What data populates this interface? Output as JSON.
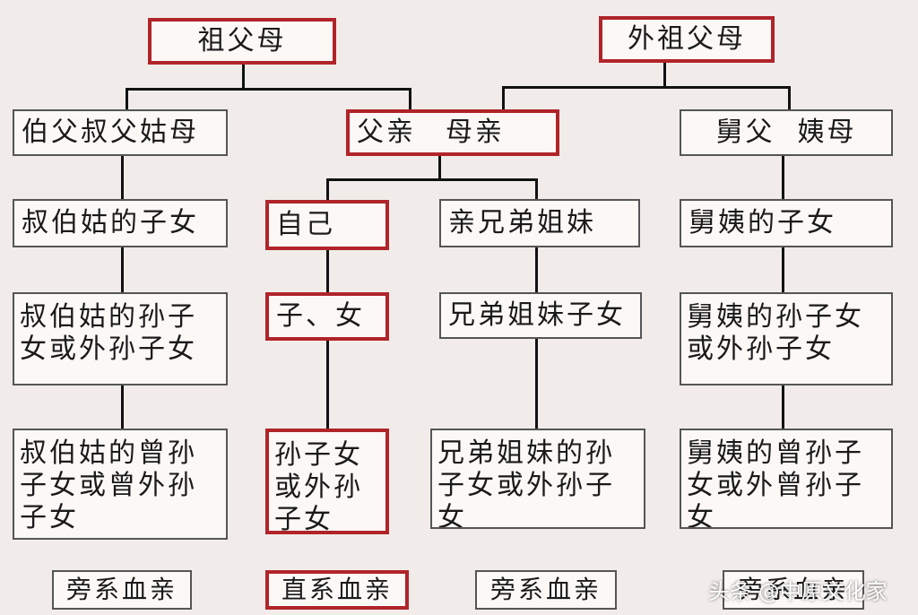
{
  "diagram": {
    "grandparents": "祖父母",
    "maternal_grandparents": "外祖父母",
    "paternal_uncles_aunts": "伯父叔父姑母",
    "parents": "父亲　母亲",
    "maternal_uncles_aunts": "舅父  姨母",
    "paternal_cousins": "叔伯姑的子女",
    "self": "自己",
    "siblings": "亲兄弟姐妹",
    "maternal_cousins": "舅姨的子女",
    "paternal_grandchildren": "叔伯姑的孙子\n女或外孙子女",
    "children": "子、女",
    "siblings_children": "兄弟姐妹子女",
    "maternal_grandchildren": "舅姨的孙子女\n或外孙子女",
    "paternal_great_grandchildren": "叔伯姑的曾孙\n子女或曾外孙\n子女",
    "grandchildren": "孙子女\n或外孙\n子女",
    "siblings_grandchildren": "兄弟姐妹的孙\n子女或外孙子\n女",
    "maternal_great_grandchildren": "舅姨的曾孙子\n女或外曾孙子\n女"
  },
  "legend": {
    "collateral_1": "旁系血亲",
    "lineal": "直系血亲",
    "collateral_2": "旁系血亲",
    "collateral_3": "旁系血亲"
  },
  "watermark": "头条 @中原文化家",
  "colors": {
    "highlight": "#b0242a",
    "line": "#111111",
    "background": "#f1ece9"
  }
}
